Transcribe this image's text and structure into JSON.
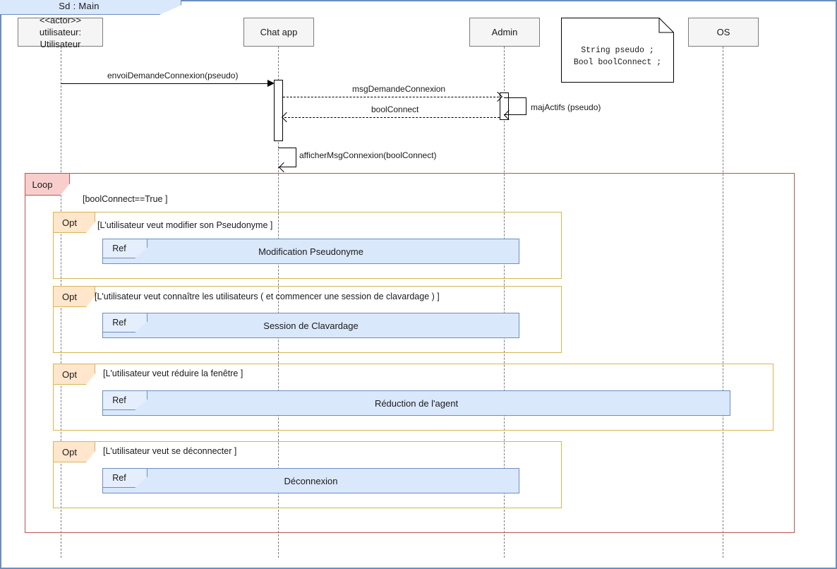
{
  "diagram": {
    "frame_title": "Sd :  Main",
    "colors": {
      "frame_border": "#6c8ebf",
      "frame_tab_fill": "#dae8fc",
      "loop_border": "#b85450",
      "loop_tab_fill": "#f8cecc",
      "opt_border": "#d6b656",
      "opt_tab_fill": "#ffe6cc",
      "ref_border": "#6c8ebf",
      "ref_fill": "#dae8fc",
      "lifeline_head_fill": "#f5f5f5",
      "lifeline_head_border": "#7c7c7c"
    }
  },
  "lifelines": [
    {
      "id": "utilisateur",
      "stereotype": "<<actor>>",
      "label": "utilisateur: Utilisateur"
    },
    {
      "id": "chatapp",
      "stereotype": "",
      "label": "Chat app"
    },
    {
      "id": "admin",
      "stereotype": "",
      "label": "Admin"
    },
    {
      "id": "os",
      "stereotype": "",
      "label": "OS"
    }
  ],
  "note": {
    "name": "attributes-note",
    "lines": "String pseudo ;\nBool boolConnect ;"
  },
  "messages": [
    {
      "id": "m1",
      "label": "envoiDemandeConnexion(pseudo)",
      "kind": "call",
      "from": "utilisateur",
      "to": "chatapp"
    },
    {
      "id": "m2",
      "label": "msgDemandeConnexion",
      "kind": "async-dashed",
      "from": "chatapp",
      "to": "admin"
    },
    {
      "id": "m3",
      "label": "boolConnect",
      "kind": "return",
      "from": "admin",
      "to": "chatapp"
    },
    {
      "id": "m4",
      "label": "majActifs (pseudo)",
      "kind": "self",
      "from": "admin",
      "to": "admin"
    },
    {
      "id": "m5",
      "label": "afficherMsgConnexion(boolConnect)",
      "kind": "self",
      "from": "chatapp",
      "to": "chatapp"
    }
  ],
  "loop_fragment": {
    "operator": "Loop",
    "guard": "[boolConnect==True ]"
  },
  "opt_fragments": [
    {
      "operator": "Opt",
      "guard": "[L'utilisateur veut modifier son Pseudonyme ]",
      "ref": {
        "tab": "Ref",
        "title": "Modification Pseudonyme"
      }
    },
    {
      "operator": "Opt",
      "guard": "[L'utilisateur veut connaître les utilisateurs ( et commencer une session de clavardage ) ]",
      "ref": {
        "tab": "Ref",
        "title": "Session de Clavardage"
      }
    },
    {
      "operator": "Opt",
      "guard": "[L'utilisateur veut réduire la fenêtre ]",
      "ref": {
        "tab": "Ref",
        "title": "Réduction de l'agent"
      }
    },
    {
      "operator": "Opt",
      "guard": "[L'utilisateur veut se déconnecter ]",
      "ref": {
        "tab": "Ref",
        "title": "Déconnexion"
      }
    }
  ]
}
